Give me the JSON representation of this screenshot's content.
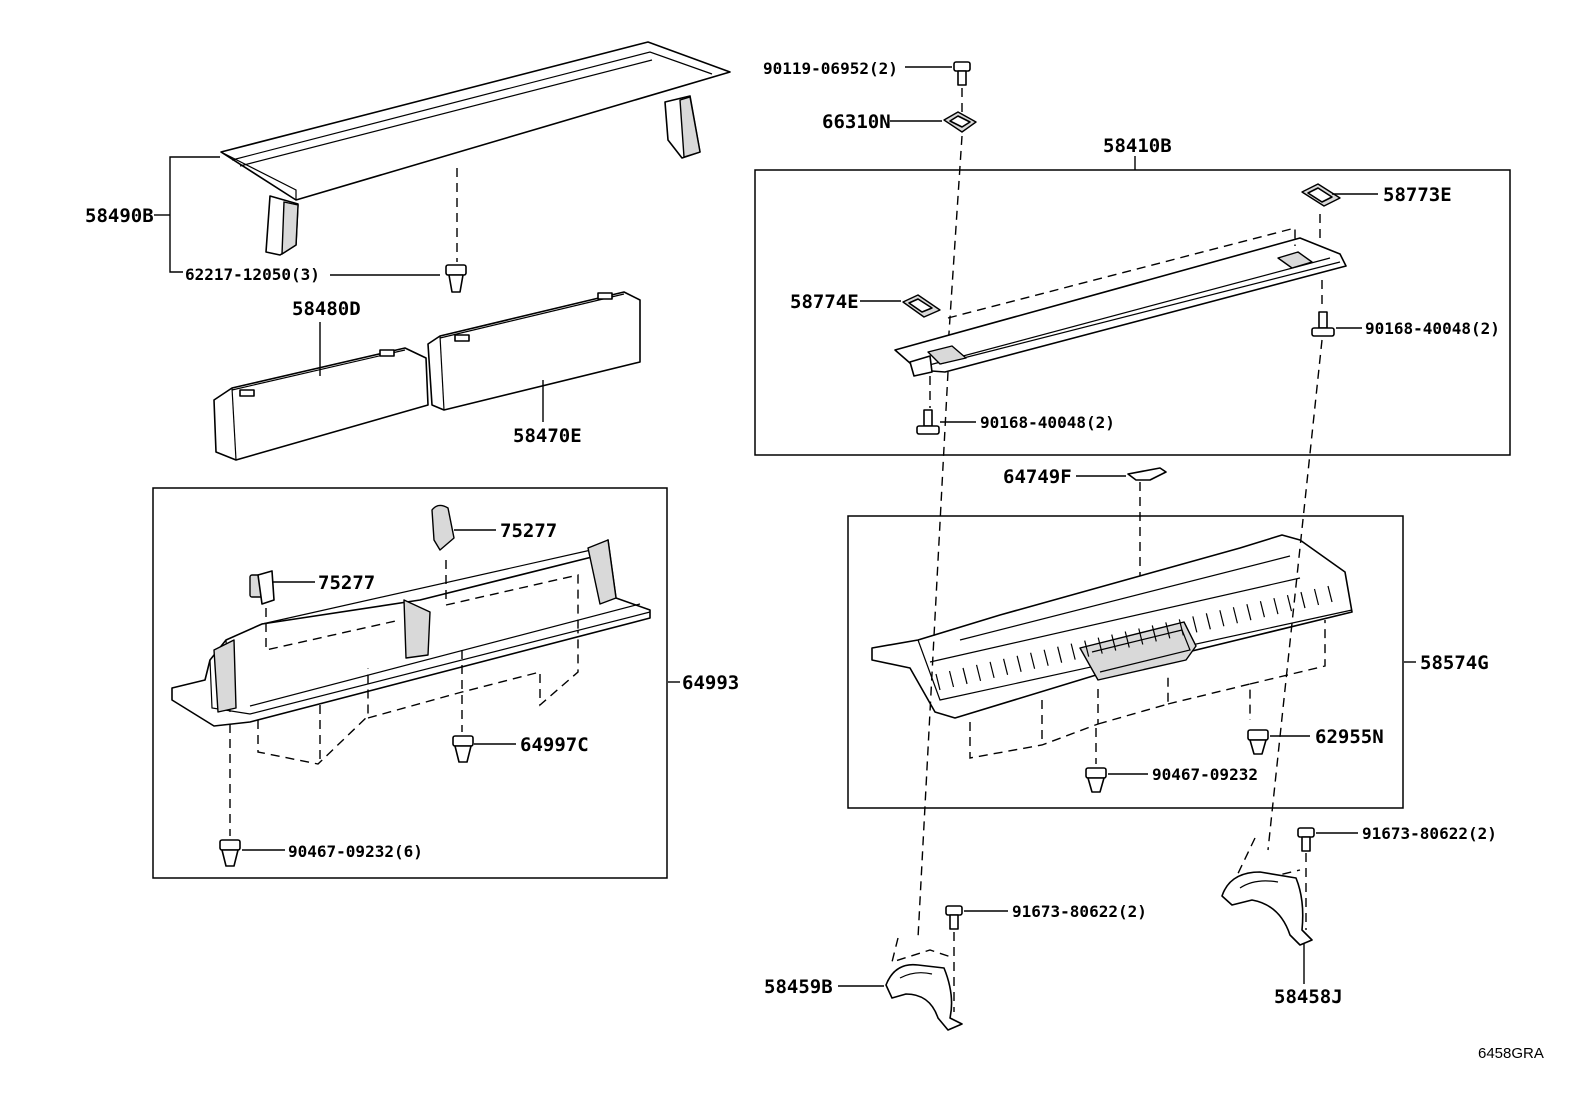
{
  "callouts": {
    "c58490B": "58490B",
    "c62217": "62217-12050(3)",
    "c58480D": "58480D",
    "c58470E": "58470E",
    "c75277a": "75277",
    "c75277b": "75277",
    "c64993": "64993",
    "c64997C": "64997C",
    "c90467_6": "90467-09232(6)",
    "c90119": "90119-06952(2)",
    "c66310N": "66310N",
    "c58410B": "58410B",
    "c58773E": "58773E",
    "c58774E": "58774E",
    "c90168a": "90168-40048(2)",
    "c90168b": "90168-40048(2)",
    "c64749F": "64749F",
    "c58574G": "58574G",
    "c62955N": "62955N",
    "c90467": "90467-09232",
    "c91673a": "91673-80622(2)",
    "c91673b": "91673-80622(2)",
    "c58459B": "58459B",
    "c58458J": "58458J"
  },
  "diagram_code": "6458GRA"
}
